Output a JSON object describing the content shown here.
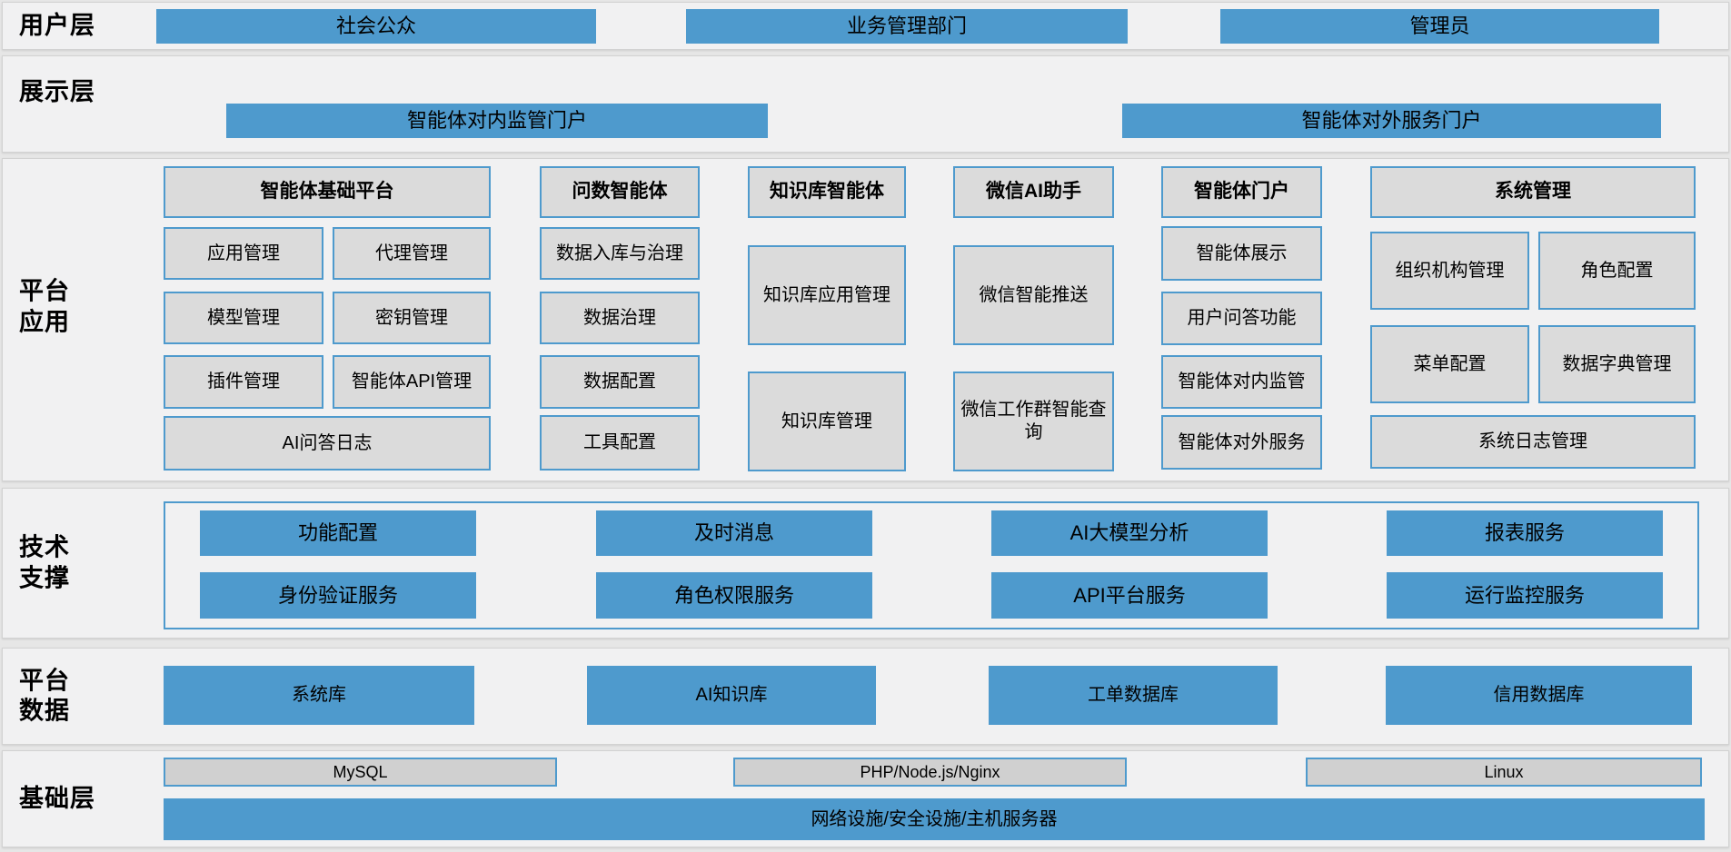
{
  "colors": {
    "accent_blue": "#4e9acd",
    "box_gray": "#dbdbdb",
    "panel_bg": "#f1f1f2",
    "page_bg": "#e6e6e6"
  },
  "layers": {
    "user": {
      "label": "用户层",
      "boxes": [
        "社会公众",
        "业务管理部门",
        "管理员"
      ]
    },
    "display": {
      "label": "展示层",
      "boxes": [
        "智能体对内监管门户",
        "智能体对外服务门户"
      ]
    },
    "platform_app": {
      "label": "平台\n应用",
      "columns": [
        {
          "header": "智能体基础平台",
          "items": [
            "应用管理",
            "代理管理",
            "模型管理",
            "密钥管理",
            "插件管理",
            "智能体API管理",
            "AI问答日志"
          ]
        },
        {
          "header": "问数智能体",
          "items": [
            "数据入库与治理",
            "数据治理",
            "数据配置",
            "工具配置"
          ]
        },
        {
          "header": "知识库智能体",
          "items": [
            "知识库应用管理",
            "知识库管理"
          ]
        },
        {
          "header": "微信AI助手",
          "items": [
            "微信智能推送",
            "微信工作群智能查询"
          ]
        },
        {
          "header": "智能体门户",
          "items": [
            "智能体展示",
            "用户问答功能",
            "智能体对内监管",
            "智能体对外服务"
          ]
        },
        {
          "header": "系统管理",
          "items": [
            "组织机构管理",
            "角色配置",
            "菜单配置",
            "数据字典管理",
            "系统日志管理"
          ]
        }
      ]
    },
    "tech_support": {
      "label": "技术\n支撑",
      "boxes": [
        "功能配置",
        "及时消息",
        "AI大模型分析",
        "报表服务",
        "身份验证服务",
        "角色权限服务",
        "API平台服务",
        "运行监控服务"
      ]
    },
    "platform_data": {
      "label": "平台\n数据",
      "boxes": [
        "系统库",
        "AI知识库",
        "工单数据库",
        "信用数据库"
      ]
    },
    "infrastructure": {
      "label": "基础层",
      "boxes": [
        "MySQL",
        "PHP/Node.js/Nginx",
        "Linux"
      ],
      "bottom_box": "网络设施/安全设施/主机服务器"
    }
  }
}
